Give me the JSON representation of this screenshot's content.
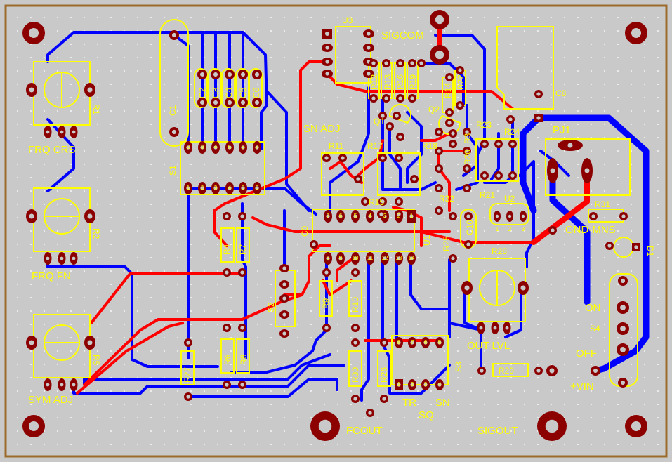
{
  "colors": {
    "board": "#c9c9c9",
    "frame": "#9a6b2a",
    "dots": "#ffffff",
    "silkscreen": "#ffff00",
    "top_copper": "#ff0000",
    "bottom_copper": "#0000ff",
    "pad": "#8c0000",
    "hole": "#c9c9c9"
  },
  "labels": {
    "FRQ_CRS": "FRQ CRS",
    "FRQ_FN": "FRQ FN",
    "SYM_ADJ": "SYM ADJ",
    "SN_ADJ": "SN ADJ",
    "SIGCOM": "SIGCOM",
    "FCOUT": "FCOUT",
    "SIGOUT": "SIGOUT",
    "OUT_LVL": "OUT LVL",
    "GND_MNS": "GND-MNS",
    "VIN": "+VIN",
    "ON": "ON",
    "OFF": "OFF",
    "TR": "TR",
    "SN": "SN",
    "SQ": "SQ",
    "PJ1": "PJ1",
    "R1": "R1",
    "R2": "R2",
    "R5": "R5",
    "R4": "R4",
    "R7": "R7",
    "R6": "R6",
    "R8": "R8",
    "R9": "R9",
    "R10": "R10",
    "R11": "R11",
    "R17": "R17",
    "R15": "R15",
    "R18": "R18",
    "R20": "R20",
    "R21": "R21",
    "R23": "R23",
    "R24": "R24",
    "R25": "R25",
    "R26": "R26",
    "R27": "R27",
    "R28": "R28",
    "R29": "R29",
    "R30": "R30",
    "R31": "R31",
    "R32": "R32",
    "R3": "R3",
    "R12": "R12",
    "R13": "R13",
    "R14": "R14",
    "R16": "R16",
    "R19": "R19",
    "R22": "R22",
    "C1": "C1",
    "C2": "C2",
    "C3": "C3",
    "C4": "C4",
    "C5": "C5",
    "C6": "C6",
    "C7": "C7",
    "C8": "C8",
    "C9": "C9",
    "C10": "C10",
    "S1": "S1",
    "S2": "S2",
    "S3": "S3",
    "S4": "S4",
    "U1": "U1",
    "U2": "U2",
    "U3": "U3",
    "Q1": "Q1",
    "Q2": "Q2",
    "D1": "D1"
  },
  "pin_numbers": {
    "s1_row": [
      "1",
      "2",
      "3",
      "4",
      "5",
      "6"
    ],
    "s1_top": [
      "2",
      "3",
      "4",
      "5",
      "6",
      "7"
    ],
    "u1_top": [
      "7",
      "6",
      "5",
      "4",
      "3",
      "2",
      "1"
    ],
    "u1_bottom": [
      "8",
      "9",
      "10",
      "11",
      "12",
      "13",
      "14"
    ],
    "s3_row": [
      "1",
      "2",
      "3",
      "4"
    ],
    "s3_top": [
      "8",
      "7",
      "6",
      "5"
    ],
    "u2_row": [
      "1",
      "2",
      "3"
    ]
  }
}
